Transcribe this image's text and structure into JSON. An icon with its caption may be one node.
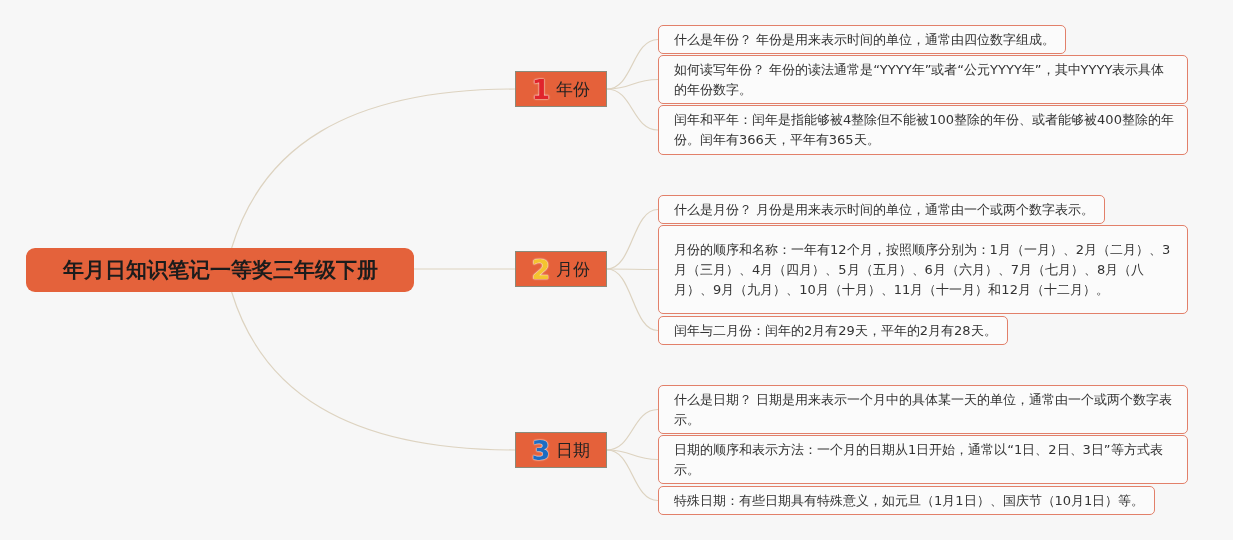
{
  "diagram": {
    "nodes": [
      {
        "text": [
          "年月日知识笔记一等奖三年级下册"
        ]
      },
      {
        "text": [
          "1",
          "年份"
        ]
      },
      {
        "text": [
          "什么是年份？ 年份是用来表示时间的单位，通常由四位数字组成。"
        ]
      },
      {
        "text": [
          "如何读写年份？ 年份的读法通常是“YYYY年”或者“公元YYYY年”，其中YYYY表示具体的年份数字。"
        ]
      },
      {
        "text": [
          "闰年和平年：闰年是指能够被4整除但不能被100整除的年份、或者能够被400整除的年份。闰年有366天，平年有365天。"
        ]
      },
      {
        "text": [
          "2",
          "月份"
        ]
      },
      {
        "text": [
          "什么是月份？ 月份是用来表示时间的单位，通常由一个或两个数字表示。"
        ]
      },
      {
        "text": [
          "月份的顺序和名称：一年有12个月，按照顺序分别为：1月（一月）、2月（二月）、3月（三月）、4月（四月）、5月（五月）、6月（六月）、7月（七月）、8月（八月）、9月（九月）、10月（十月）、11月（十一月）和12月（十二月）。"
        ]
      },
      {
        "text": [
          "闰年与二月份：闰年的2月有29天，平年的2月有28天。"
        ]
      },
      {
        "text": [
          "3",
          "日期"
        ]
      },
      {
        "text": [
          "什么是日期？ 日期是用来表示一个月中的具体某一天的单位，通常由一个或两个数字表示。"
        ]
      },
      {
        "text": [
          "日期的顺序和表示方法：一个月的日期从1日开始，通常以“1日、2日、3日”等方式表示。"
        ]
      },
      {
        "text": [
          "特殊日期：有些日期具有特殊意义，如元旦（1月1日）、国庆节（10月1日）等。"
        ]
      }
    ],
    "edges": [
      {
        "from": 0,
        "to": 1,
        "arrow": "none"
      },
      {
        "from": 0,
        "to": 5,
        "arrow": "none"
      },
      {
        "from": 0,
        "to": 9,
        "arrow": "none"
      },
      {
        "from": 1,
        "to": 2,
        "arrow": "none"
      },
      {
        "from": 1,
        "to": 3,
        "arrow": "none"
      },
      {
        "from": 1,
        "to": 4,
        "arrow": "none"
      },
      {
        "from": 5,
        "to": 6,
        "arrow": "none"
      },
      {
        "from": 5,
        "to": 7,
        "arrow": "none"
      },
      {
        "from": 5,
        "to": 8,
        "arrow": "none"
      },
      {
        "from": 9,
        "to": 10,
        "arrow": "none"
      },
      {
        "from": 9,
        "to": 11,
        "arrow": "none"
      },
      {
        "from": 9,
        "to": 12,
        "arrow": "none"
      }
    ]
  }
}
